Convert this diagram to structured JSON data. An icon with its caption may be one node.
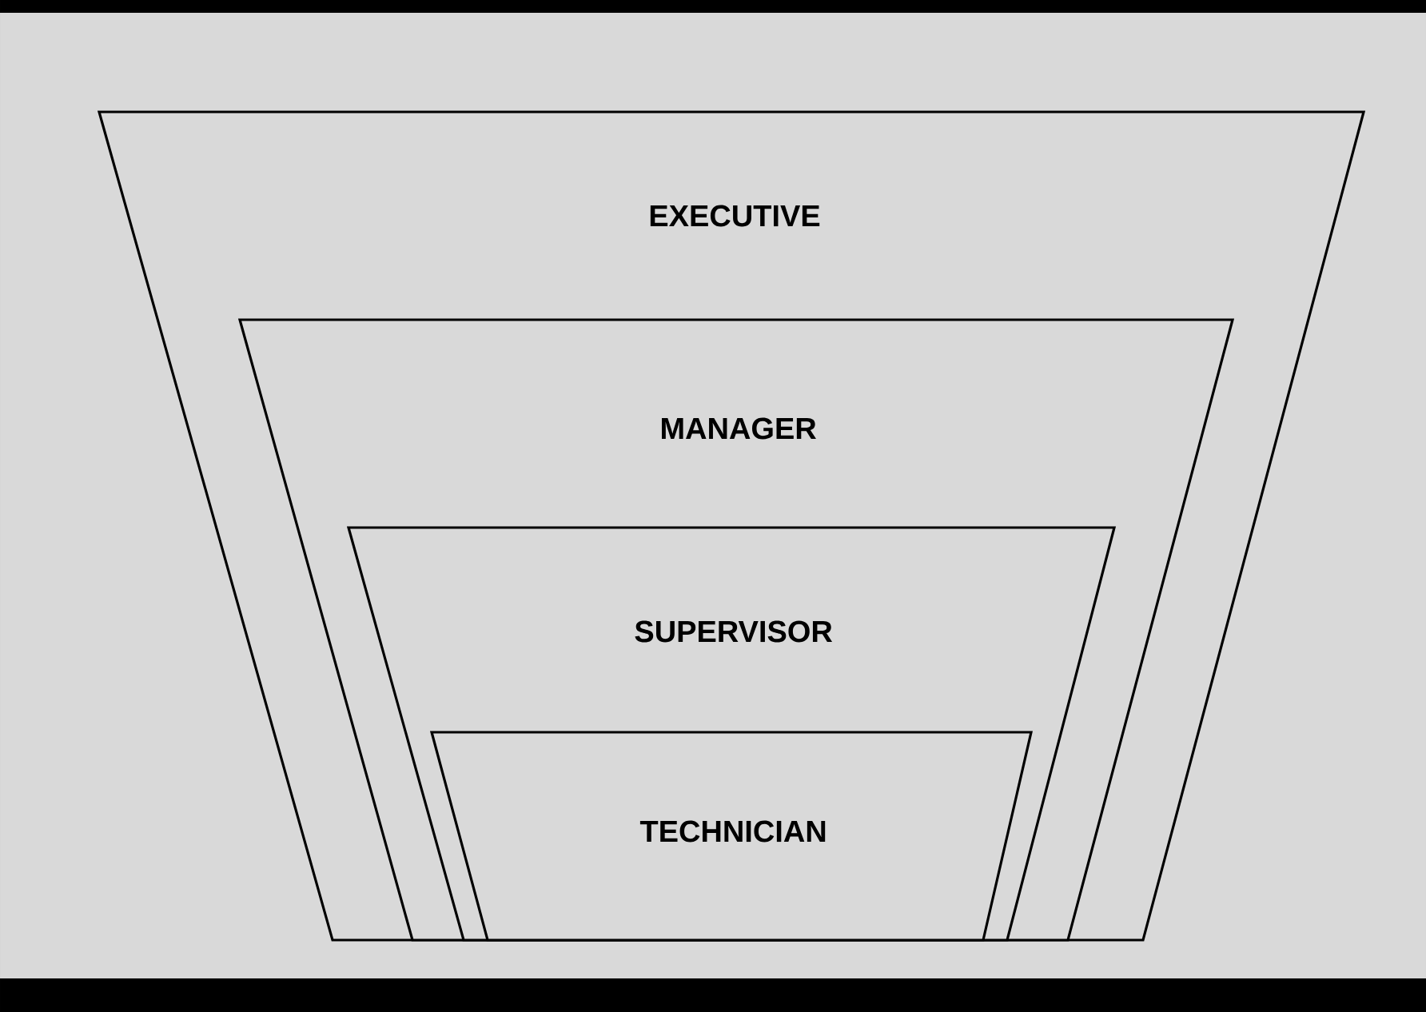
{
  "diagram": {
    "nodes": [
      {
        "text": [
          "EXECUTIVE"
        ]
      },
      {
        "text": [
          "MANAGER"
        ],
        "in": 0
      },
      {
        "text": [
          "SUPERVISOR"
        ],
        "in": 1
      },
      {
        "text": [
          "TECHNICIAN"
        ],
        "in": 2
      }
    ]
  }
}
